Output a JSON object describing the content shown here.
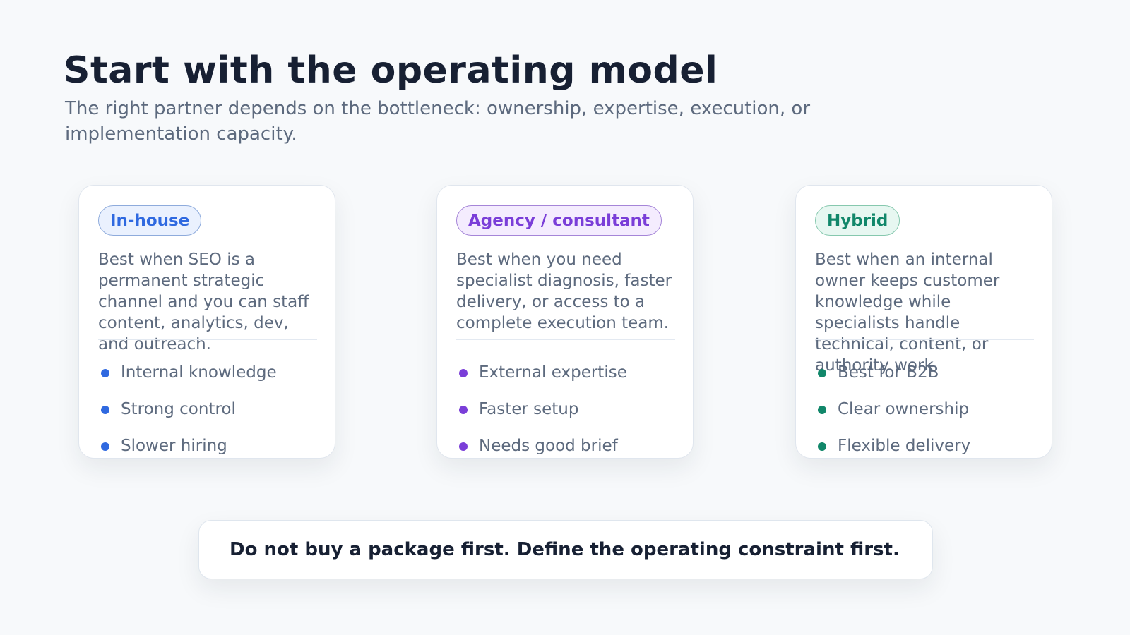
{
  "header": {
    "title": "Start with the operating model",
    "subtitle": "The right partner depends on the bottleneck: ownership, expertise, execution, or implementation capacity."
  },
  "colors": {
    "blue": "#2f69e0",
    "purple": "#7a3ed8",
    "green": "#11876a"
  },
  "cards": [
    {
      "tag": "In-house",
      "description": "Best when SEO is a permanent strategic channel and you can staff content, analytics, dev, and outreach.",
      "bullets": [
        "Internal knowledge",
        "Strong control",
        "Slower hiring"
      ]
    },
    {
      "tag": "Agency / consultant",
      "description": "Best when you need specialist diagnosis, faster delivery, or access to a complete execution team.",
      "bullets": [
        "External expertise",
        "Faster setup",
        "Needs good brief"
      ]
    },
    {
      "tag": "Hybrid",
      "description": "Best when an internal owner keeps customer knowledge while specialists handle technical, content, or authority work.",
      "bullets": [
        "Best for B2B",
        "Clear ownership",
        "Flexible delivery"
      ]
    }
  ],
  "callout": {
    "text": "Do not buy a package first. Define the operating constraint first."
  }
}
